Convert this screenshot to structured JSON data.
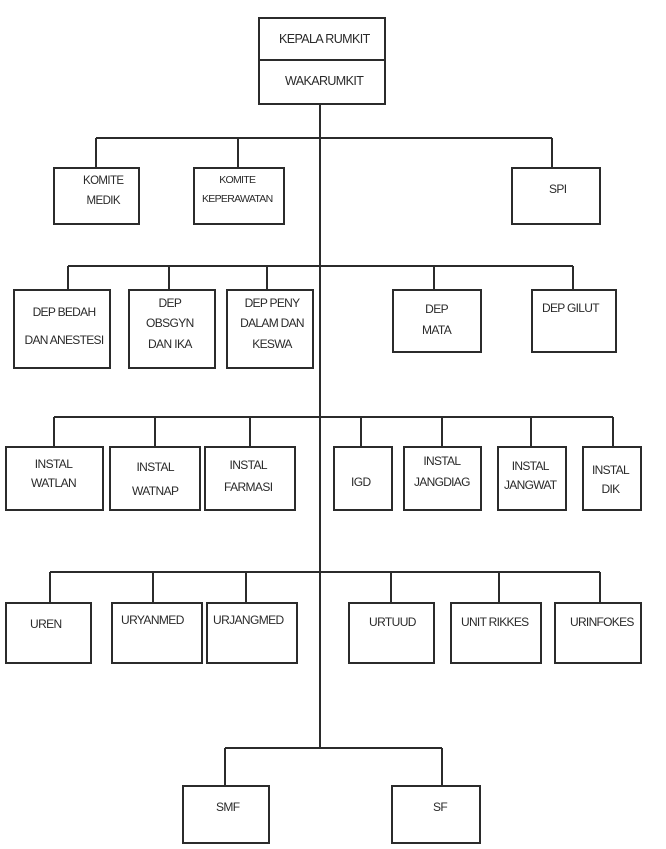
{
  "org_chart": {
    "head": "KEPALA RUMKIT",
    "deputy": "WAKARUMKIT",
    "committees": [
      {
        "label": "KOMITE\nMEDIK"
      },
      {
        "label": "KOMITE\nKEPERAWATAN"
      },
      {
        "label": "SPI"
      }
    ],
    "departments": [
      {
        "label": "DEP BEDAH\nDAN ANESTESI"
      },
      {
        "label": "DEP\nOBSGYN\nDAN IKA"
      },
      {
        "label": "DEP PENY\nDALAM DAN\nKESWA"
      },
      {
        "label": "DEP\nMATA"
      },
      {
        "label": "DEP GILUT"
      }
    ],
    "installations": [
      {
        "label": "INSTAL\nWATLAN"
      },
      {
        "label": "INSTAL\nWATNAP"
      },
      {
        "label": "INSTAL\nFARMASI"
      },
      {
        "label": "IGD"
      },
      {
        "label": "INSTAL\nJANGDIAG"
      },
      {
        "label": "INSTAL\nJANGWAT"
      },
      {
        "label": "INSTAL\nDIK"
      }
    ],
    "units": [
      {
        "label": "UREN"
      },
      {
        "label": "URYANMED"
      },
      {
        "label": "URJANGMED"
      },
      {
        "label": "URTUUD"
      },
      {
        "label": "UNIT RIKKES"
      },
      {
        "label": "URINFOKES"
      }
    ],
    "functional_groups": [
      {
        "label": "SMF"
      },
      {
        "label": "SF"
      }
    ]
  }
}
